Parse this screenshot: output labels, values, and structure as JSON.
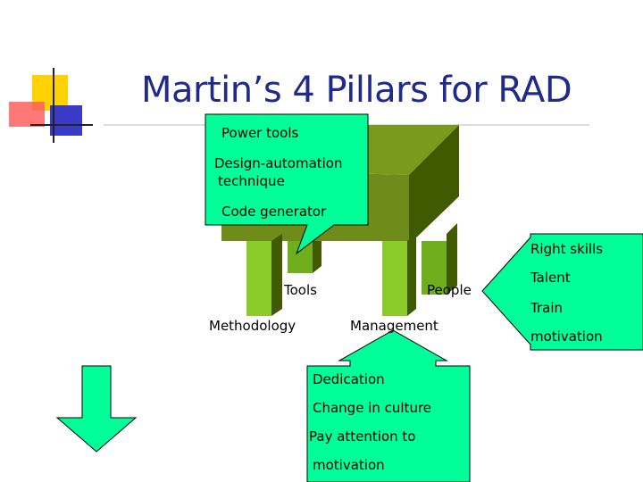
{
  "title": "Martin’s 4 Pillars for RAD",
  "callout_tools": {
    "lines": [
      "Power tools",
      "Design-automation",
      "technique",
      "Code generator"
    ]
  },
  "pillar_labels": {
    "tools": "Tools",
    "people": "People",
    "methodology": "Methodology",
    "management": "Management"
  },
  "callout_people": {
    "lines": [
      "Right skills",
      "Talent",
      "Train",
      "motivation"
    ]
  },
  "callout_management": {
    "lines": [
      "Dedication",
      "Change in culture",
      "Pay attention to",
      "motivation"
    ]
  },
  "colors": {
    "title": "#1f2a8a",
    "callout_fill": "#00ff99",
    "table_top": "#7a9a1e",
    "table_side": "#3f5a00",
    "pillar": "#8ccc2a",
    "accent_yellow": "#ffd200",
    "accent_red": "#ff4a4a",
    "accent_blue": "#3a3ac8"
  }
}
